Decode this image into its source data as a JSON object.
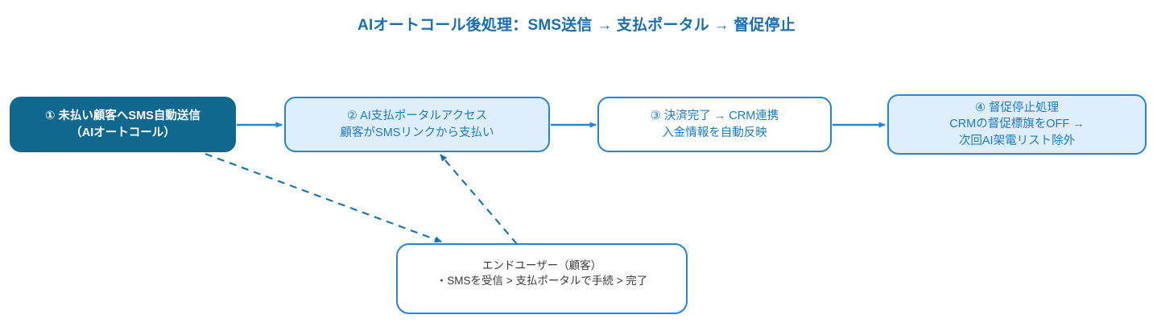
{
  "title": "AIオートコール後処理：SMS送信 → 支払ポータル → 督促停止",
  "nodes": {
    "step1": {
      "label": "① 未払い顧客へSMS自動送信\n（AIオートコール）",
      "fill": "#11688f",
      "text_color": "#ffffff"
    },
    "step2": {
      "label": "② AI支払ポータルアクセス\n顧客がSMSリンクから支払い",
      "fill": "#dfeefc",
      "text_color": "#1a7bc4"
    },
    "step3": {
      "label": "③ 決済完了 → CRM連携\n入金情報を自動反映",
      "fill": "#ffffff",
      "text_color": "#1a7bc4"
    },
    "step4": {
      "label": "④ 督促停止処理\nCRMの督促標旗をOFF →\n次回AI架電リスト除外",
      "fill": "#dfeefc",
      "text_color": "#1a7bc4"
    },
    "enduser": {
      "label": "エンドユーザー（顧客）\n・SMSを受信 > 支払ポータルで手続 > 完了",
      "fill": "#ffffff",
      "text_color": "#3b3b3b"
    }
  },
  "connectors": {
    "solid_color": "#2387d8",
    "dashed_color": "#1173ab",
    "step1_to_step2": "solid-arrow",
    "step2_to_step3": "solid-arrow",
    "step3_to_step4": "solid-arrow",
    "step1_to_enduser": "dashed-arrow",
    "enduser_to_step2": "dashed-arrow"
  }
}
